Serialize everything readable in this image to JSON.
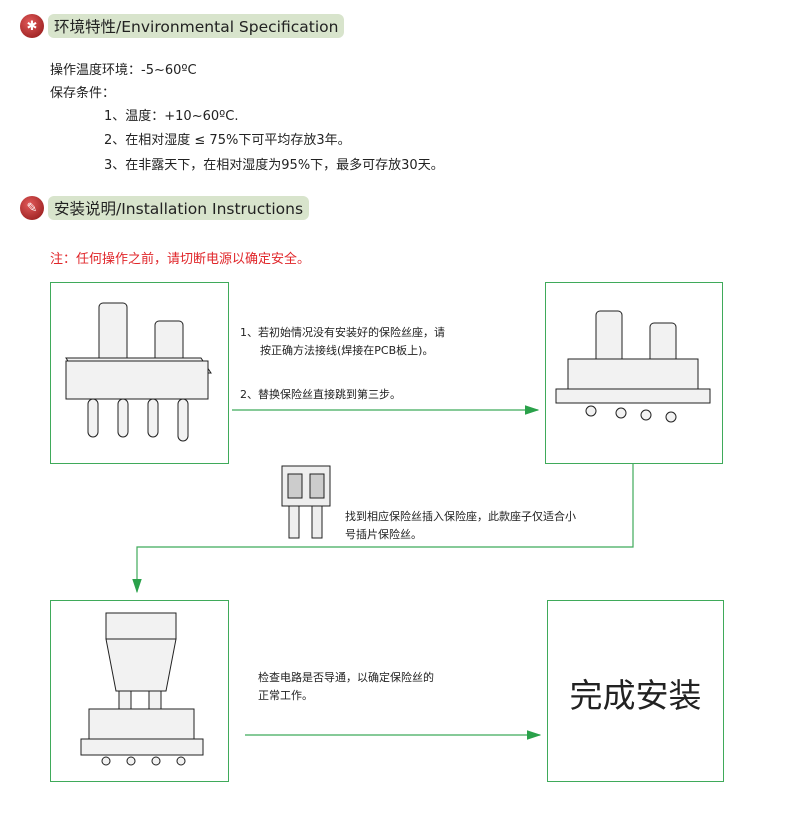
{
  "section1": {
    "title": "环境特性/Environmental Specification",
    "lines": [
      "操作温度环境：-5~60ºC",
      "保存条件："
    ],
    "items": [
      "1、温度：+10~60ºC.",
      "2、在相对湿度 ≤ 75%下可平均存放3年。",
      "3、在非露天下，在相对湿度为95%下，最多可存放30天。"
    ]
  },
  "section2": {
    "title": "安装说明/Installation Instructions",
    "warning": "注：任何操作之前，请切断电源以确定安全。",
    "step1_line1": "1、若初始情况没有安装好的保险丝座，请",
    "step1_line2": "按正确方法接线(焊接在PCB板上)。",
    "step2": "2、替换保险丝直接跳到第三步。",
    "step3_line1": "找到相应保险丝插入保险座，此款座子仅适合小",
    "step3_line2": "号插片保险丝。",
    "step4_line1": "检查电路是否导通，以确定保险丝的",
    "step4_line2": "正常工作。",
    "done": "完成安装"
  },
  "colors": {
    "accent": "#3faa5a",
    "warning": "#e0262a",
    "header_bg": "#d8e4cc"
  }
}
